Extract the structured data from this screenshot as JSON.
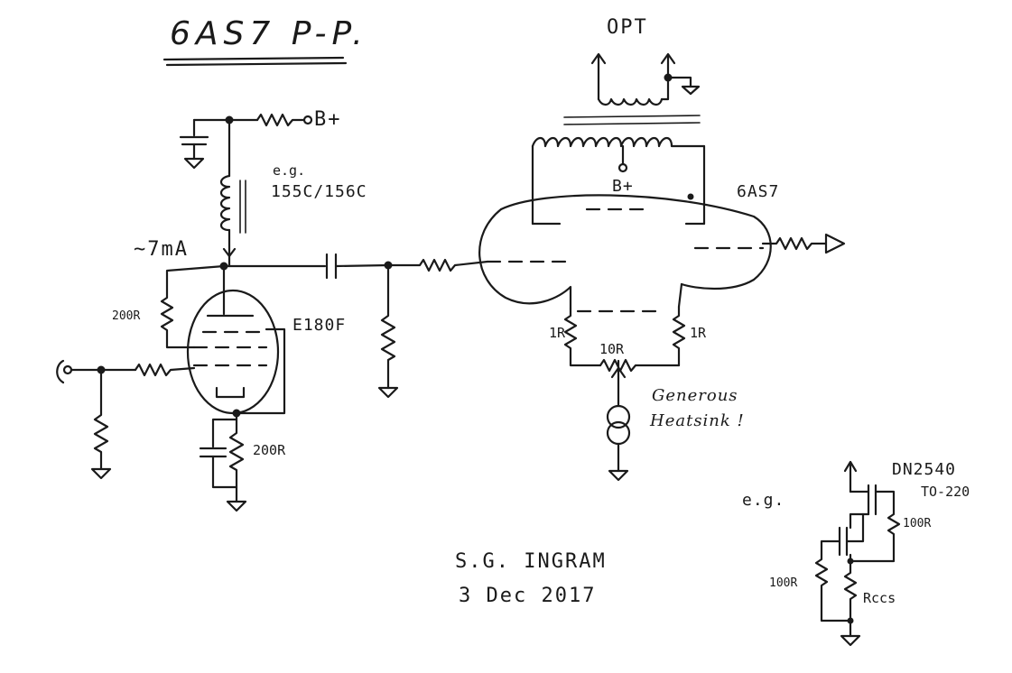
{
  "title": "6AS7 P-P.",
  "labels": {
    "opt": "OPT",
    "b_plus_supply": "B+",
    "b_plus_ct": "B+",
    "choke_eg": "e.g.",
    "choke_part": "155C/156C",
    "current": "~7mA",
    "r_plate": "200R",
    "input_tube": "E180F",
    "r_cathode": "200R",
    "output_tube": "6AS7",
    "r_k_left": "1R",
    "r_k_right": "1R",
    "r_balance": "10R",
    "heatsink_note_1": "Generous",
    "heatsink_note_2": "Heatsink !",
    "ccs_eg": "e.g.",
    "mosfet_part": "DN2540",
    "mosfet_pkg": "TO-220",
    "r_ccs_top": "100R",
    "r_ccs_left": "100R",
    "r_ccs": "Rccs",
    "author": "S.G. INGRAM",
    "date": "3 Dec 2017"
  }
}
